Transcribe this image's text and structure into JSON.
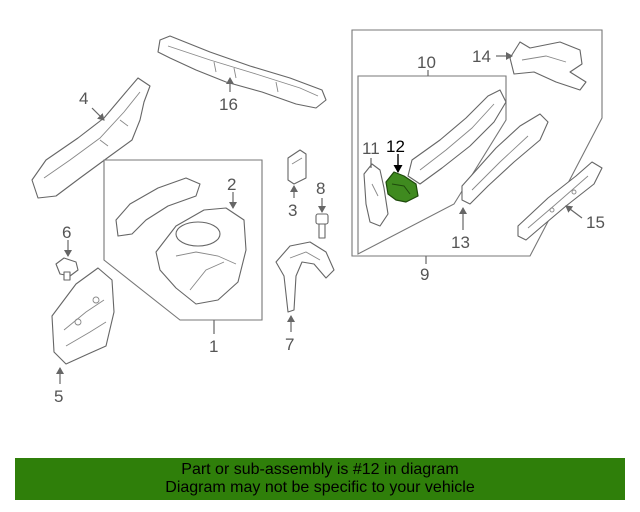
{
  "diagram": {
    "callouts": {
      "c1": "1",
      "c2": "2",
      "c3": "3",
      "c4": "4",
      "c5": "5",
      "c6": "6",
      "c7": "7",
      "c8": "8",
      "c9": "9",
      "c10": "10",
      "c11": "11",
      "c12": "12",
      "c13": "13",
      "c14": "14",
      "c15": "15",
      "c16": "16"
    },
    "highlighted_part": "12",
    "colors": {
      "highlight": "#3f8a1f",
      "caption_bar": "#2f7f0a",
      "line": "#666666"
    }
  },
  "caption": {
    "line1": "Part or sub-assembly is #12 in diagram",
    "line2": "Diagram may not be specific to your vehicle"
  }
}
